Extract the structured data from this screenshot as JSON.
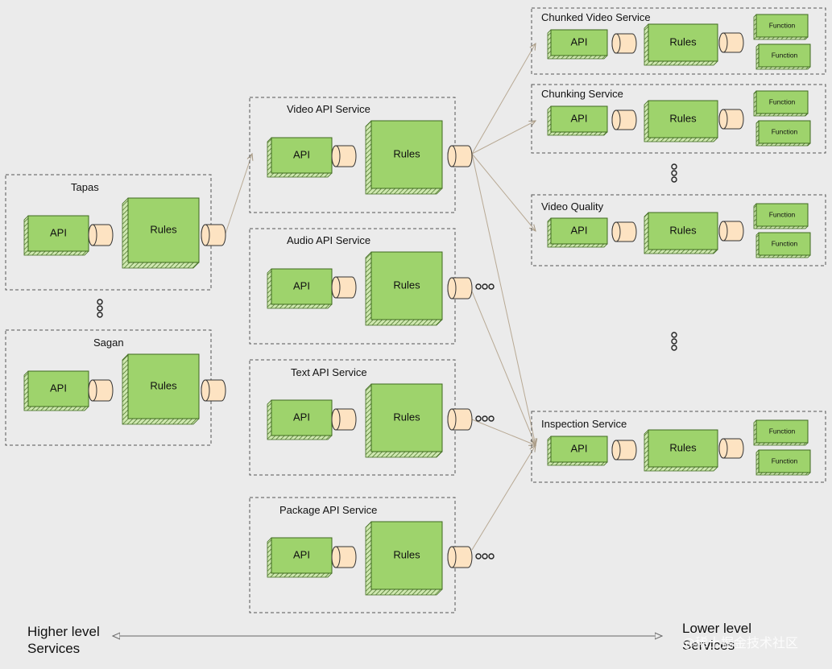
{
  "components": {
    "api_label": "API",
    "rules_label": "Rules",
    "function_label": "Function"
  },
  "higher_level_services": [
    {
      "name": "Tapas"
    },
    {
      "name": "Sagan"
    }
  ],
  "mid_level_services": [
    {
      "name": "Video API Service"
    },
    {
      "name": "Audio API Service"
    },
    {
      "name": "Text API Service"
    },
    {
      "name": "Package API Service"
    }
  ],
  "lower_level_services": [
    {
      "name": "Chunked Video Service"
    },
    {
      "name": "Chunking Service"
    },
    {
      "name": "Video Quality"
    },
    {
      "name": "Inspection Service"
    }
  ],
  "axis": {
    "left_label_line1": "Higher level",
    "left_label_line2": "Services",
    "right_label_line1": "Lower level",
    "right_label_line2": "Services"
  },
  "watermark": "@稀土掘金技术社区",
  "colors": {
    "component_green": "#9ed36c",
    "connector_peach": "#fde3c2",
    "link_line": "#b8a994"
  }
}
